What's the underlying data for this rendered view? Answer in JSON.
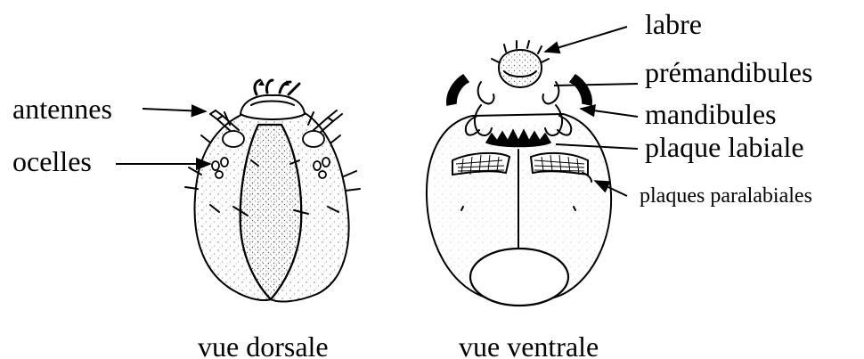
{
  "labels": {
    "antennes": "antennes",
    "ocelles": "ocelles",
    "labre": "labre",
    "premandibules": "prémandibules",
    "mandibules": "mandibules",
    "plaque_labiale": "plaque labiale",
    "plaques_paralabiales": "plaques paralabiales"
  },
  "captions": {
    "dorsal": "vue dorsale",
    "ventral": "vue ventrale"
  }
}
